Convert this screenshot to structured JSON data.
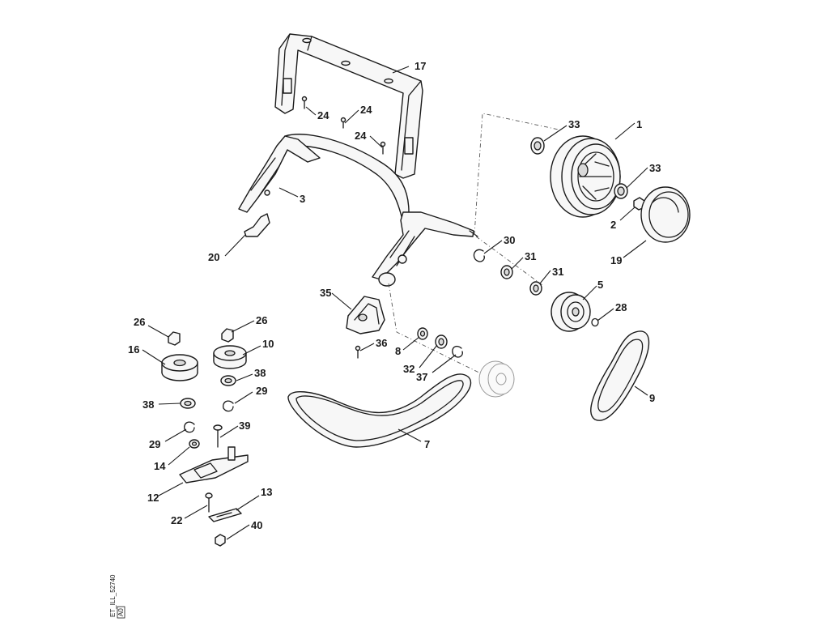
{
  "diagram": {
    "drawing_ref": "ET_ILL_52740",
    "drawing_rev": "A0",
    "callouts": {
      "p1": "1",
      "p2": "2",
      "p3": "3",
      "p5": "5",
      "p7": "7",
      "p8": "8",
      "p9": "9",
      "p10": "10",
      "p12": "12",
      "p13": "13",
      "p14": "14",
      "p16": "16",
      "p17": "17",
      "p19": "19",
      "p20": "20",
      "p22": "22",
      "p24a": "24",
      "p24b": "24",
      "p24c": "24",
      "p26a": "26",
      "p26b": "26",
      "p28": "28",
      "p29a": "29",
      "p29b": "29",
      "p30": "30",
      "p31a": "31",
      "p31b": "31",
      "p32": "32",
      "p33a": "33",
      "p33b": "33",
      "p35": "35",
      "p36": "36",
      "p37": "37",
      "p38a": "38",
      "p38b": "38",
      "p39": "39",
      "p40": "40"
    }
  }
}
